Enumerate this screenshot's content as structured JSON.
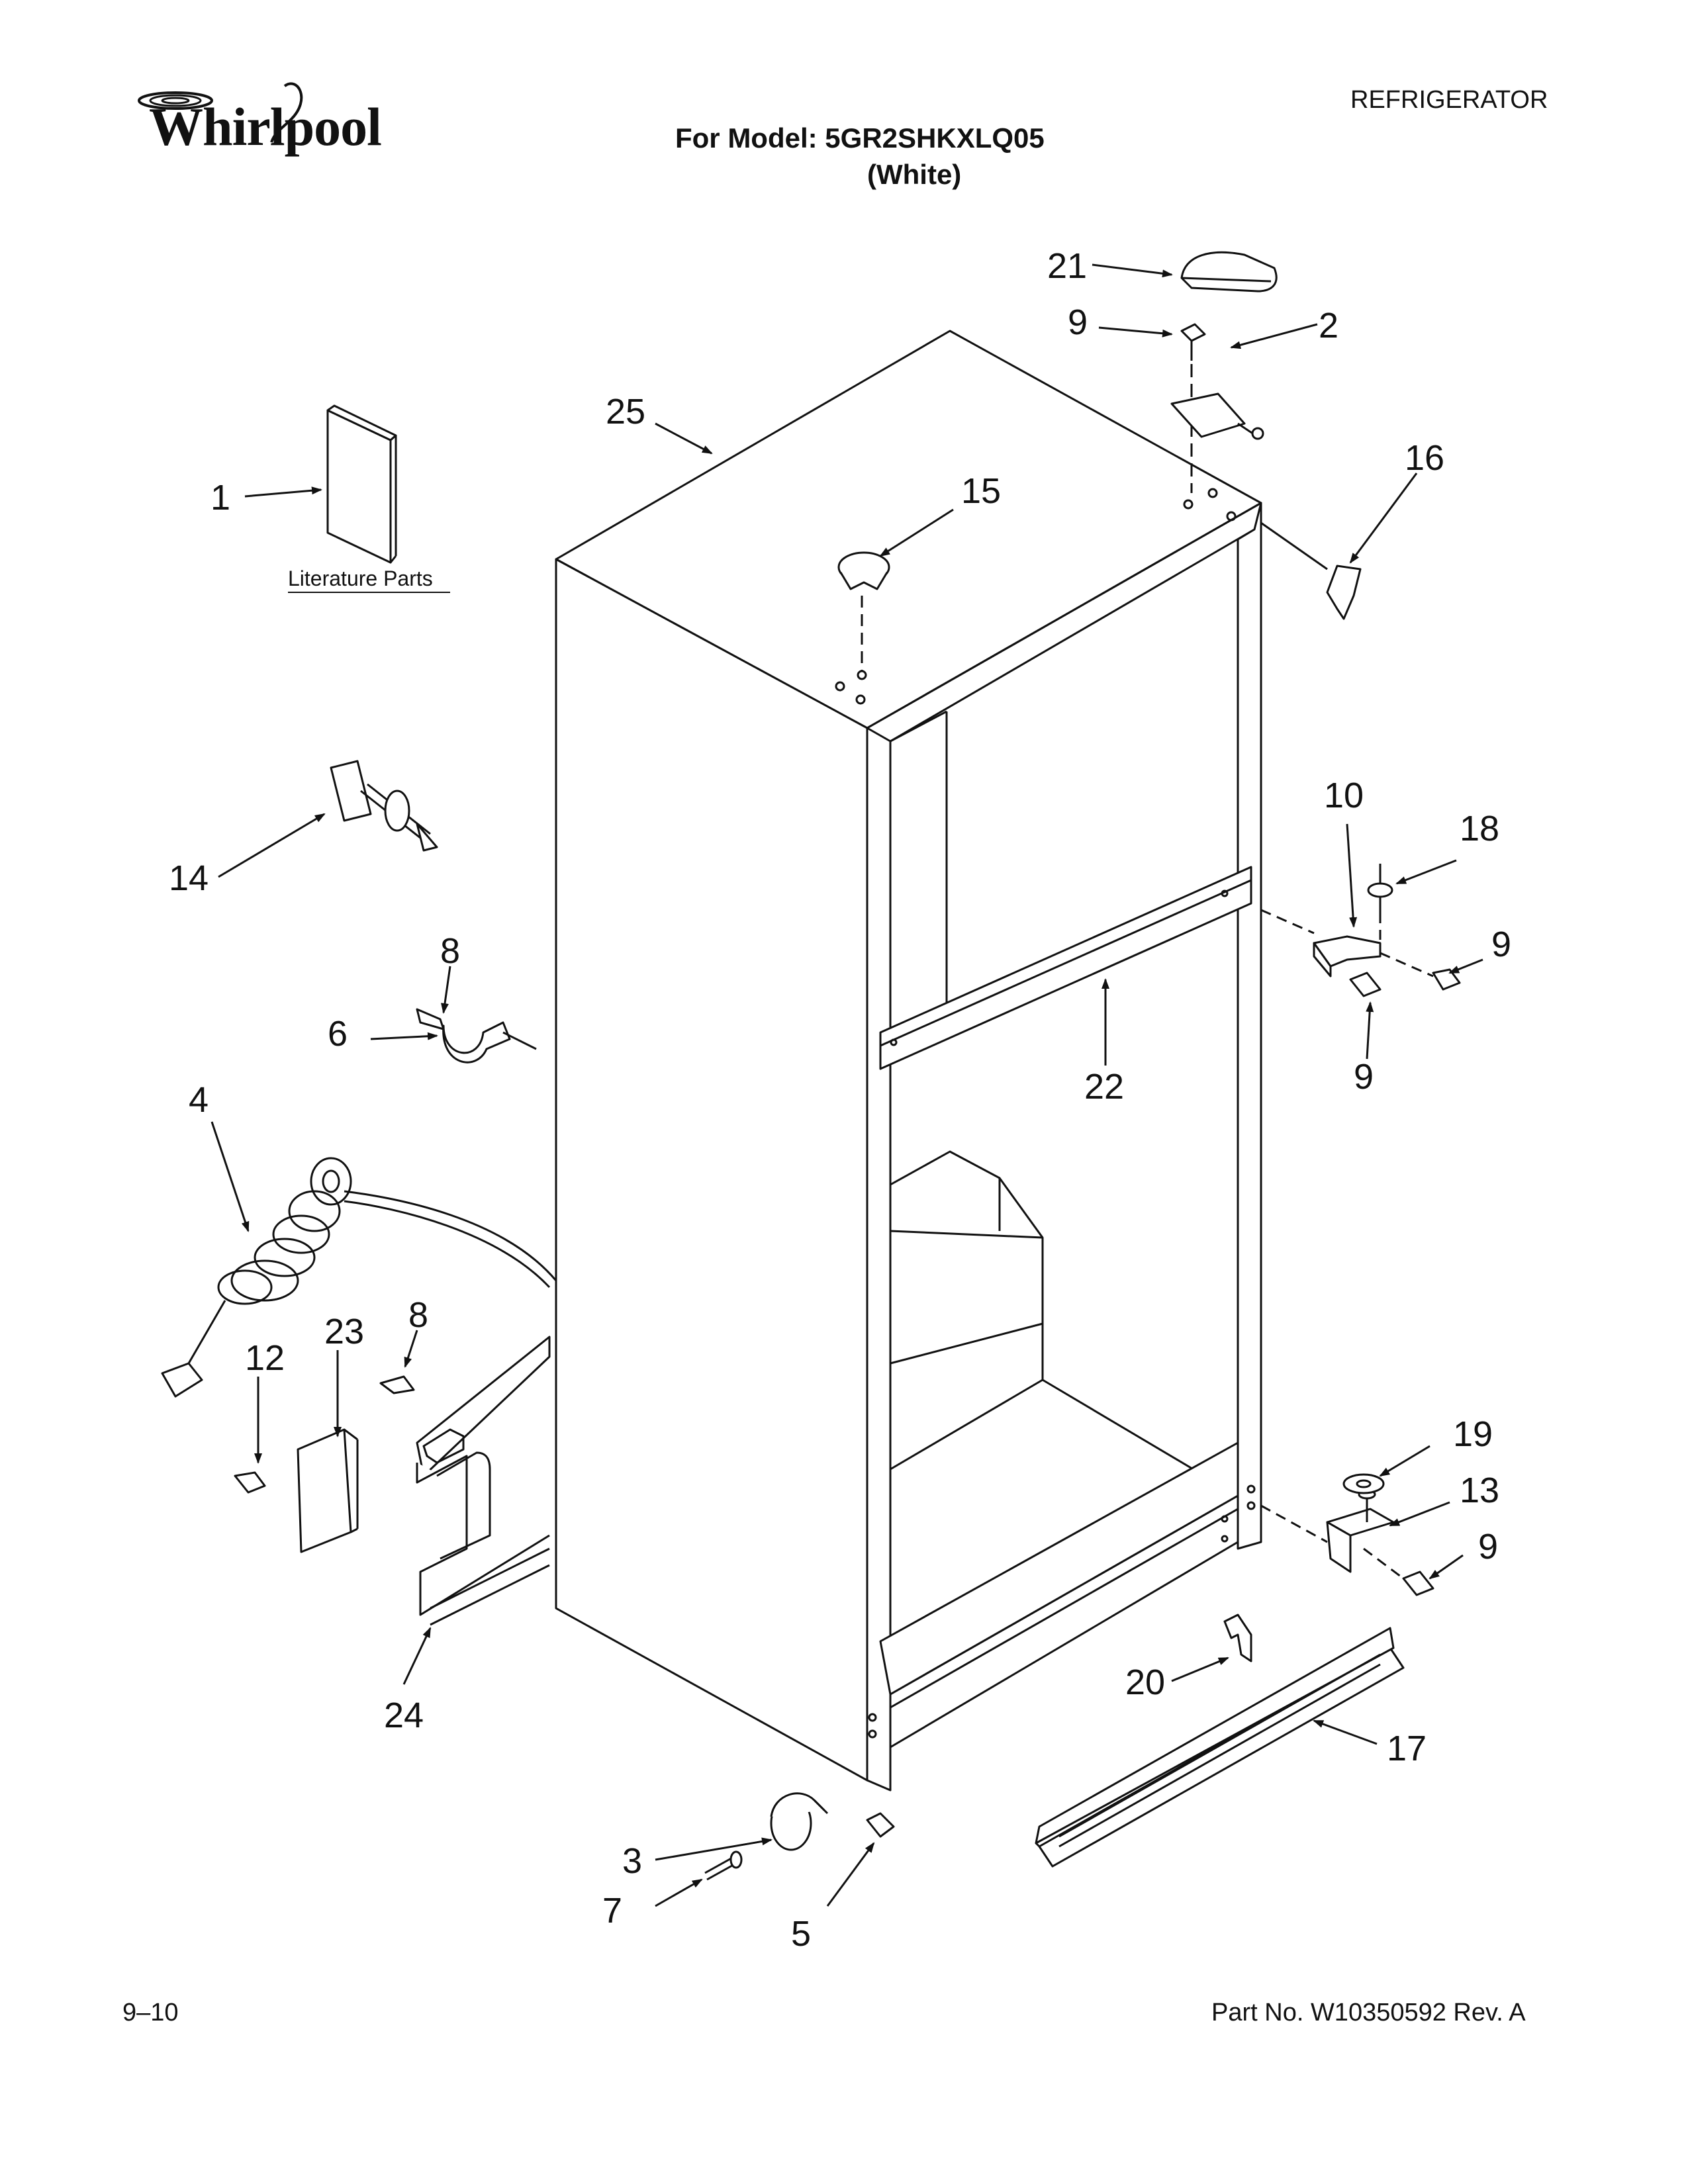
{
  "header": {
    "brand": "Whirlpool",
    "category": "REFRIGERATOR",
    "model_line": "For Model: 5GR2SHKXLQ05",
    "color_line": "(White)"
  },
  "literature_label": "Literature Parts",
  "callouts": {
    "c1": "1",
    "c2": "2",
    "c3": "3",
    "c4": "4",
    "c5": "5",
    "c6": "6",
    "c7": "7",
    "c8a": "8",
    "c8b": "8",
    "c9a": "9",
    "c9b": "9",
    "c9c": "9",
    "c9d": "9",
    "c10": "10",
    "c12": "12",
    "c13": "13",
    "c14": "14",
    "c15": "15",
    "c16": "16",
    "c17": "17",
    "c18": "18",
    "c19": "19",
    "c20": "20",
    "c21": "21",
    "c22": "22",
    "c23": "23",
    "c24": "24",
    "c25": "25"
  },
  "footer": {
    "date_code": "9–10",
    "part_number": "Part No. W10350592 Rev. A"
  }
}
